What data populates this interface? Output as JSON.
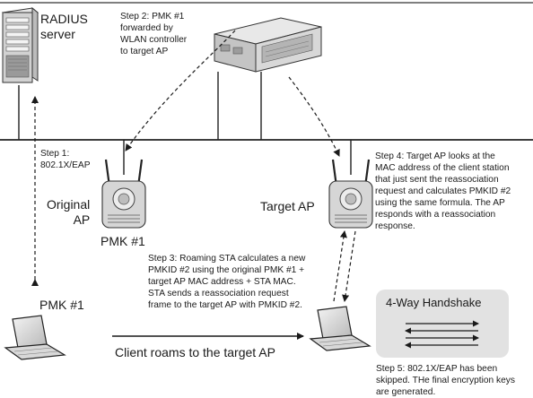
{
  "nodes": {
    "radius_server": "RADIUS\nserver",
    "original_ap": "Original\nAP",
    "original_ap_pmk": "PMK #1",
    "target_ap": "Target AP",
    "client_pmk": "PMK #1",
    "handshake": "4-Way Handshake"
  },
  "steps": {
    "step1": "Step 1:\n802.1X/EAP",
    "step2": "Step 2: PMK #1\nforwarded by\nWLAN controller\nto target AP",
    "step3": "Step 3: Roaming STA calculates a new\nPMKID #2 using the original PMK #1 +\ntarget AP MAC address + STA MAC.\nSTA sends a reassociation request\nframe to the target AP with PMKID #2.",
    "step4": "Step 4: Target AP looks at the\nMAC address of the client station\nthat just sent the reassociation\nrequest and calculates PMKID #2\nusing the same formula. The AP\nresponds with a reassociation\nresponse.",
    "step5": "Step 5: 802.1X/EAP has been\nskipped. THe final encryption keys\nare generated."
  },
  "roam": "Client roams to the target AP"
}
